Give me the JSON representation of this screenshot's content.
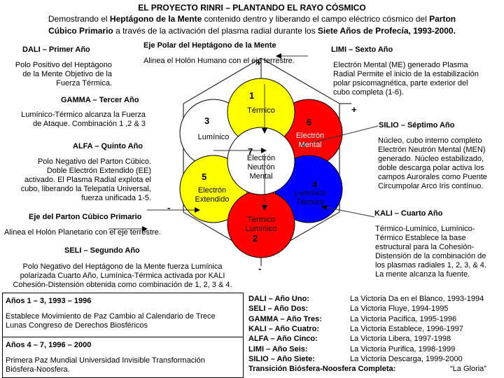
{
  "header": {
    "title": "EL PROYECTO RINRI – PLANTANDO EL RAYO CÓSMICO",
    "line2_a": "Demostrando el ",
    "line2_b": "Heptágono de la Mente",
    "line2_c": " contenido dentro y liberando el campo eléctrico cósmico del ",
    "line2_d": "Parton",
    "line3_a": "Cúbico Primario",
    "line3_b": " a través de la activación del plasma radial durante los ",
    "line3_c": "Siete Años de Profecía, 1993-2000."
  },
  "left": {
    "dali_title": "DALI – Primer Año",
    "dali_text": [
      "Polo Positivo del Heptágono",
      "de la Mente Objetivo de la",
      "Fuerza Térmica."
    ],
    "gamma_title": "GAMMA – Tercer Año",
    "gamma_text": [
      "Lumínico-Térmico alcanza la Fuerza",
      "de Ataque. Combinación 1 ,2 & 3"
    ],
    "alfa_title": "ALFA – Quinto Año",
    "alfa_text": [
      "Polo Negativo del Parton Cúbico.",
      "Doble Electrón Extendido (EE)",
      "activado. El Plasma Radial explota el",
      "cubo, liberando la Telepatía Universal,",
      "fuerza unificada 1-5."
    ],
    "parton_axis_title": "Eje del Parton Cúbico Primario",
    "parton_axis_text": "Alinea el Holón Planetario con el eje terrestre.",
    "seli_title": "SELI – Segundo Año",
    "seli_text": [
      "Polo Negativo del Heptágono de la Mente fuerza Lumínica",
      "polarizada Cuarto Año, Lumínica-Térmica activada por KALI",
      "Cohesión-Distensión obtenida como combinación de 1, 2, 3 & 4."
    ]
  },
  "center": {
    "heptagon_axis_title": "Eje Polar del Heptágono de la Mente",
    "heptagon_axis_text": "Alinea el Holón Humano con el eje terrestre.",
    "plus_top": "+",
    "plus_right": "+",
    "minus_left": "-",
    "minus_bottom": "-",
    "circles": [
      {
        "num": "1",
        "label": "Térmico",
        "color": "#ffff00"
      },
      {
        "num": "2",
        "label": "Térmico\nLumínico",
        "color": "#ff0000"
      },
      {
        "num": "3",
        "label": "Lumínico",
        "color": "#ffffff"
      },
      {
        "num": "4",
        "label": "Lumínico\nTérmico",
        "color": "#0000ff"
      },
      {
        "num": "5",
        "label": "Electrón\nExtendido",
        "color": "#ffff00"
      },
      {
        "num": "6",
        "label": "Electrón\nMental",
        "color": "#ff0000"
      },
      {
        "num": "7",
        "label": "Electrón\nNeutrón\nMental",
        "color": "#ffffff"
      }
    ]
  },
  "right": {
    "limi_title": "LIMI – Sexto Año",
    "limi_text": [
      "Electrón Mental (ME) generado Plasma",
      "Radial Permite el inicio de la estabilización",
      "polar psicomagnética, parte exterior del",
      "cubo completa (1-6)."
    ],
    "silio_title": "SILIO – Séptimo Año",
    "silio_text": [
      "Núcleo, cubo interno completo",
      "Electrón Neutrón Mental (MEN)",
      "generado. Núcleo estabilizado,",
      "doble descarga polar activa los",
      "campos Aurorales como Puente",
      "Circumpolar Arco Iris contínuo."
    ],
    "kali_title": "KALI – Cuarto Año",
    "kali_text": [
      "Térmico-Lumínico, Lumínico-",
      "Térmico Establece la base",
      "estructural para la Cohesión-",
      "Distensión de la combinación de",
      "los plasmas radiales 1, 2, 3, & 4.",
      "La mente alcanza la fuente."
    ]
  },
  "box1": {
    "title": "Años 1 – 3, 1993 – 1996",
    "text": [
      "Establece Movimiento de Paz Cambio al Calendario de Trece",
      "Lunas Congreso de Derechos Biosféricos"
    ]
  },
  "box2": {
    "title": "Años 4 – 7, 1996 – 2000",
    "text": [
      "Primera Paz Mundial Universidad Invisible Transformación",
      "Biósfera-Noosfera."
    ]
  },
  "years": [
    {
      "name": "DALI – Año Uno:",
      "value": "La Victoria Da en el Blanco, 1993-1994"
    },
    {
      "name": "SELI – Año Dos:",
      "value": "La Victoria Fluye, 1994-1995"
    },
    {
      "name": "GAMMA – Año Tres:",
      "value": "La Victoria Pacifica, 1995-1996"
    },
    {
      "name": "KALI – Año Cuatro:",
      "value": "La Victoria Establece, 1996-1997"
    },
    {
      "name": "ALFA – Año Cinco:",
      "value": "La Victoria Libera, 1997-1998"
    },
    {
      "name": "LIMI – Año Seis:",
      "value": "La Victoria Purifica, 1998-1999"
    },
    {
      "name": "SILIO – Año Siete:",
      "value": "La Victoria Descarga, 1999-2000"
    }
  ],
  "transition": {
    "name": "Transición Biósfera-Noosfera Completa:",
    "value": "“La Gloria”"
  }
}
